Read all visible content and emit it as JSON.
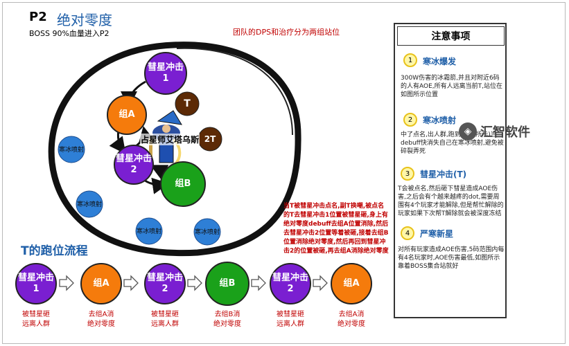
{
  "header": {
    "phase": "P2",
    "phase_name": "绝对零度",
    "subtitle": "BOSS 90%血量进入P2",
    "top_note": "团队的DPS和治疗分为两组站位"
  },
  "arena": {
    "comet_1": "彗星冲击",
    "comet_1_num": "1",
    "comet_2": "彗星冲击",
    "comet_2_num": "2",
    "group_a": "组A",
    "group_b": "组B",
    "tank": "T",
    "tank2": "2T",
    "boss_name": "占星师艾塔乌斯",
    "ice_spray": "寒冰喷射"
  },
  "t_note": "当T被彗星冲击点名,副T换嘲,被点名的T去彗星冲击1位置被彗星砸,身上有绝对零度debuff去组A位置消除,然后去彗星冲击2位置等着被砸,接着去组B位置消除绝对零度,然后再回到彗星冲击2的位置被砸,再去组A消除绝对零度",
  "flow": {
    "title": "T的跑位流程",
    "steps": [
      {
        "label": "彗星冲击",
        "num": "1",
        "cap1": "被彗星砸",
        "cap2": "远离人群"
      },
      {
        "label": "组A",
        "num": "",
        "cap1": "去组A消",
        "cap2": "绝对零度"
      },
      {
        "label": "彗星冲击",
        "num": "2",
        "cap1": "被彗星砸",
        "cap2": "远离人群"
      },
      {
        "label": "组B",
        "num": "",
        "cap1": "去组B消",
        "cap2": "绝对零度"
      },
      {
        "label": "彗星冲击",
        "num": "2",
        "cap1": "被彗星砸",
        "cap2": "远离人群"
      },
      {
        "label": "组A",
        "num": "",
        "cap1": "去组A消",
        "cap2": "绝对零度"
      }
    ]
  },
  "panel": {
    "title": "注意事项",
    "sections": [
      {
        "num": "1",
        "title": "寒冰爆发",
        "body": "300W伤害的冰霜箭,并且对附近6码的人有AOE,所有人远离当前T,站位在如图所示位置"
      },
      {
        "num": "2",
        "title": "寒冰喷射",
        "body": "中了点名,出人群,跑到(如图所示)当debuff快消失自己在寒冰喷射,避免被碎裂弄死"
      },
      {
        "num": "3",
        "title": "彗星冲击(T)",
        "body": "T会被点名,然后砸下彗星造成AOE伤害,之后会有个越来越疼的dot,需要周围有4个玩家才能解除,但是帮忙解除的玩家如果下次帮T解除就会被深度冻结"
      },
      {
        "num": "4",
        "title": "严寒新星",
        "body": "对所有玩家造成AOE伤害,5码范围内每有4名玩家时,AOE伤害最低,如图所示靠着BOSS集合站就好"
      }
    ]
  },
  "watermark": "汇智软件",
  "colors": {
    "purple": "#7a1fd1",
    "orange": "#f57b0c",
    "green": "#1aa11a",
    "blue": "#2e7fd6",
    "brown": "#5c2a06",
    "title_blue": "#1f5fa8",
    "note_red": "#c00000"
  }
}
